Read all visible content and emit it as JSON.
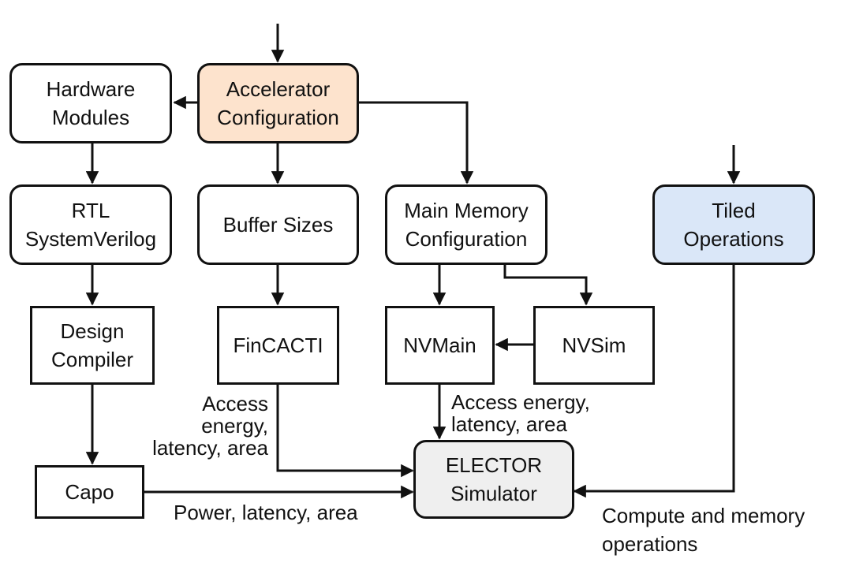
{
  "colors": {
    "accelerator_fill": "#FDE3CD",
    "tiled_fill": "#DAE7F8",
    "simulator_fill": "#EFEFEF",
    "stroke": "#111111"
  },
  "nodes": {
    "hardware_modules": "Hardware\nModules",
    "accelerator_configuration": "Accelerator\nConfiguration",
    "rtl_systemverilog": "RTL\nSystemVerilog",
    "buffer_sizes": "Buffer Sizes",
    "main_memory_configuration": "Main Memory\nConfiguration",
    "tiled_operations": "Tiled\nOperations",
    "design_compiler": "Design\nCompiler",
    "fincacti": "FinCACTI",
    "nvmain": "NVMain",
    "nvsim": "NVSim",
    "capo": "Capo",
    "elector_simulator": "ELECTOR\nSimulator"
  },
  "annotations": {
    "fincacti_outputs": "Access\nenergy,\nlatency, area",
    "nvmain_outputs": "Access energy,\nlatency, area",
    "capo_outputs": "Power, latency, area",
    "tiled_outputs": "Compute and memory\noperations"
  }
}
